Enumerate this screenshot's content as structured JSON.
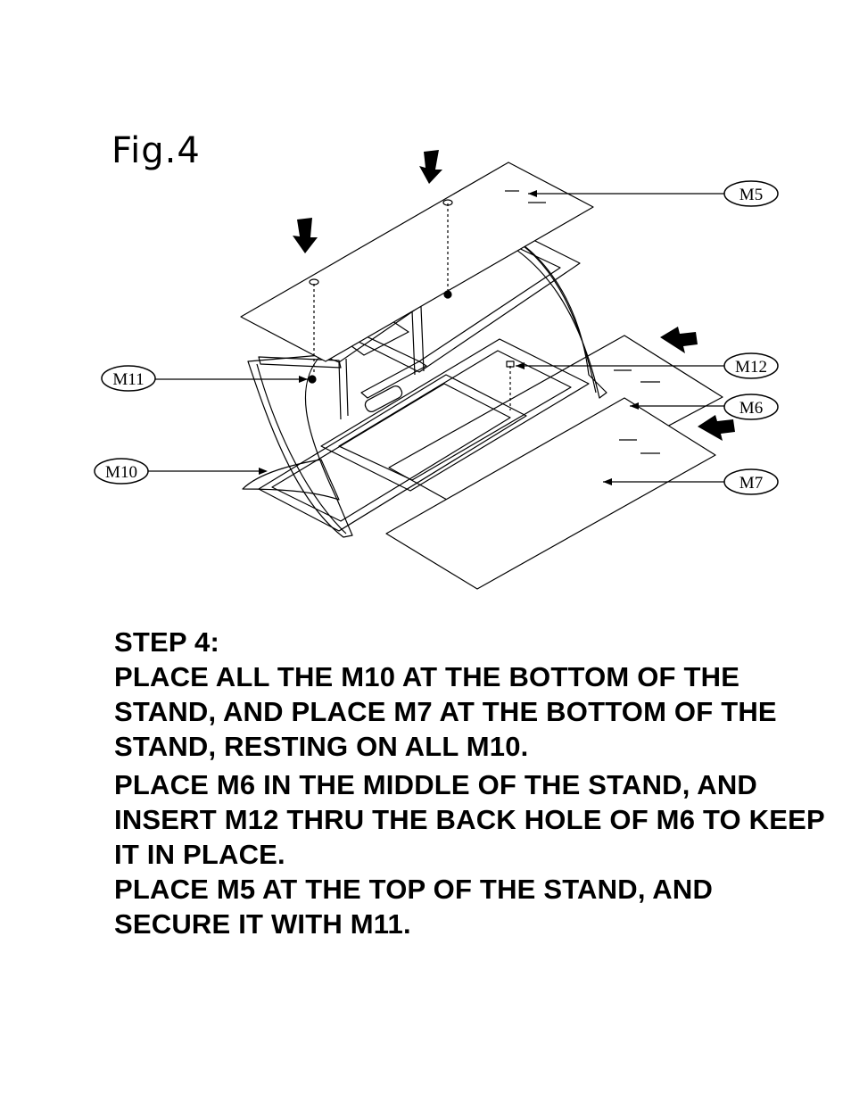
{
  "figure": {
    "title": "Fig.4",
    "callouts": {
      "m5": "M5",
      "m12": "M12",
      "m6": "M6",
      "m11": "M11",
      "m10": "M10",
      "m7": "M7"
    }
  },
  "instructions": {
    "heading": "STEP 4:",
    "para1": "PLACE ALL THE M10 AT THE BOTTOM OF THE STAND, AND PLACE M7 AT THE BOTTOM OF THE STAND, RESTING ON ALL M10.",
    "para2": "PLACE M6 IN THE MIDDLE OF THE STAND, AND INSERT M12 THRU THE BACK HOLE OF M6 TO KEEP IT IN PLACE.",
    "para3": "PLACE M5 AT THE TOP OF THE STAND, AND SECURE IT WITH M11."
  }
}
